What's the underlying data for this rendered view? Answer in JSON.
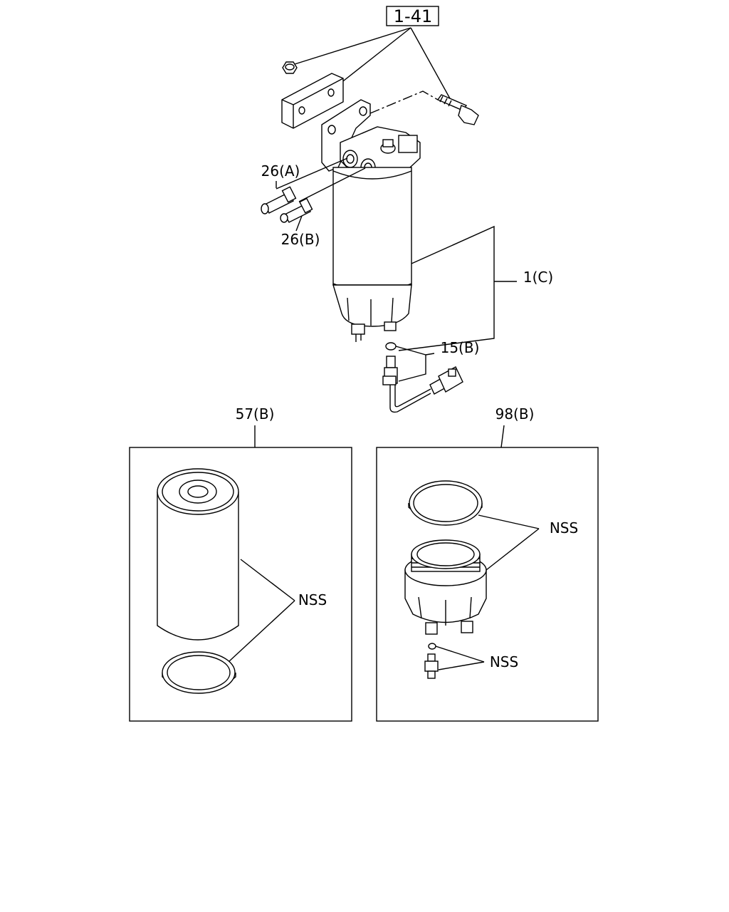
{
  "header_ref": "1-41",
  "labels": {
    "hose_a": "26(A)",
    "hose_b": "26(B)",
    "assembly": "1(C)",
    "sensor": "15(B)",
    "element_kit": "57(B)",
    "bowl_kit": "98(B)"
  },
  "notes": {
    "element_nss": "NSS",
    "bowl_nss_top": "NSS",
    "bowl_nss_bottom": "NSS"
  }
}
